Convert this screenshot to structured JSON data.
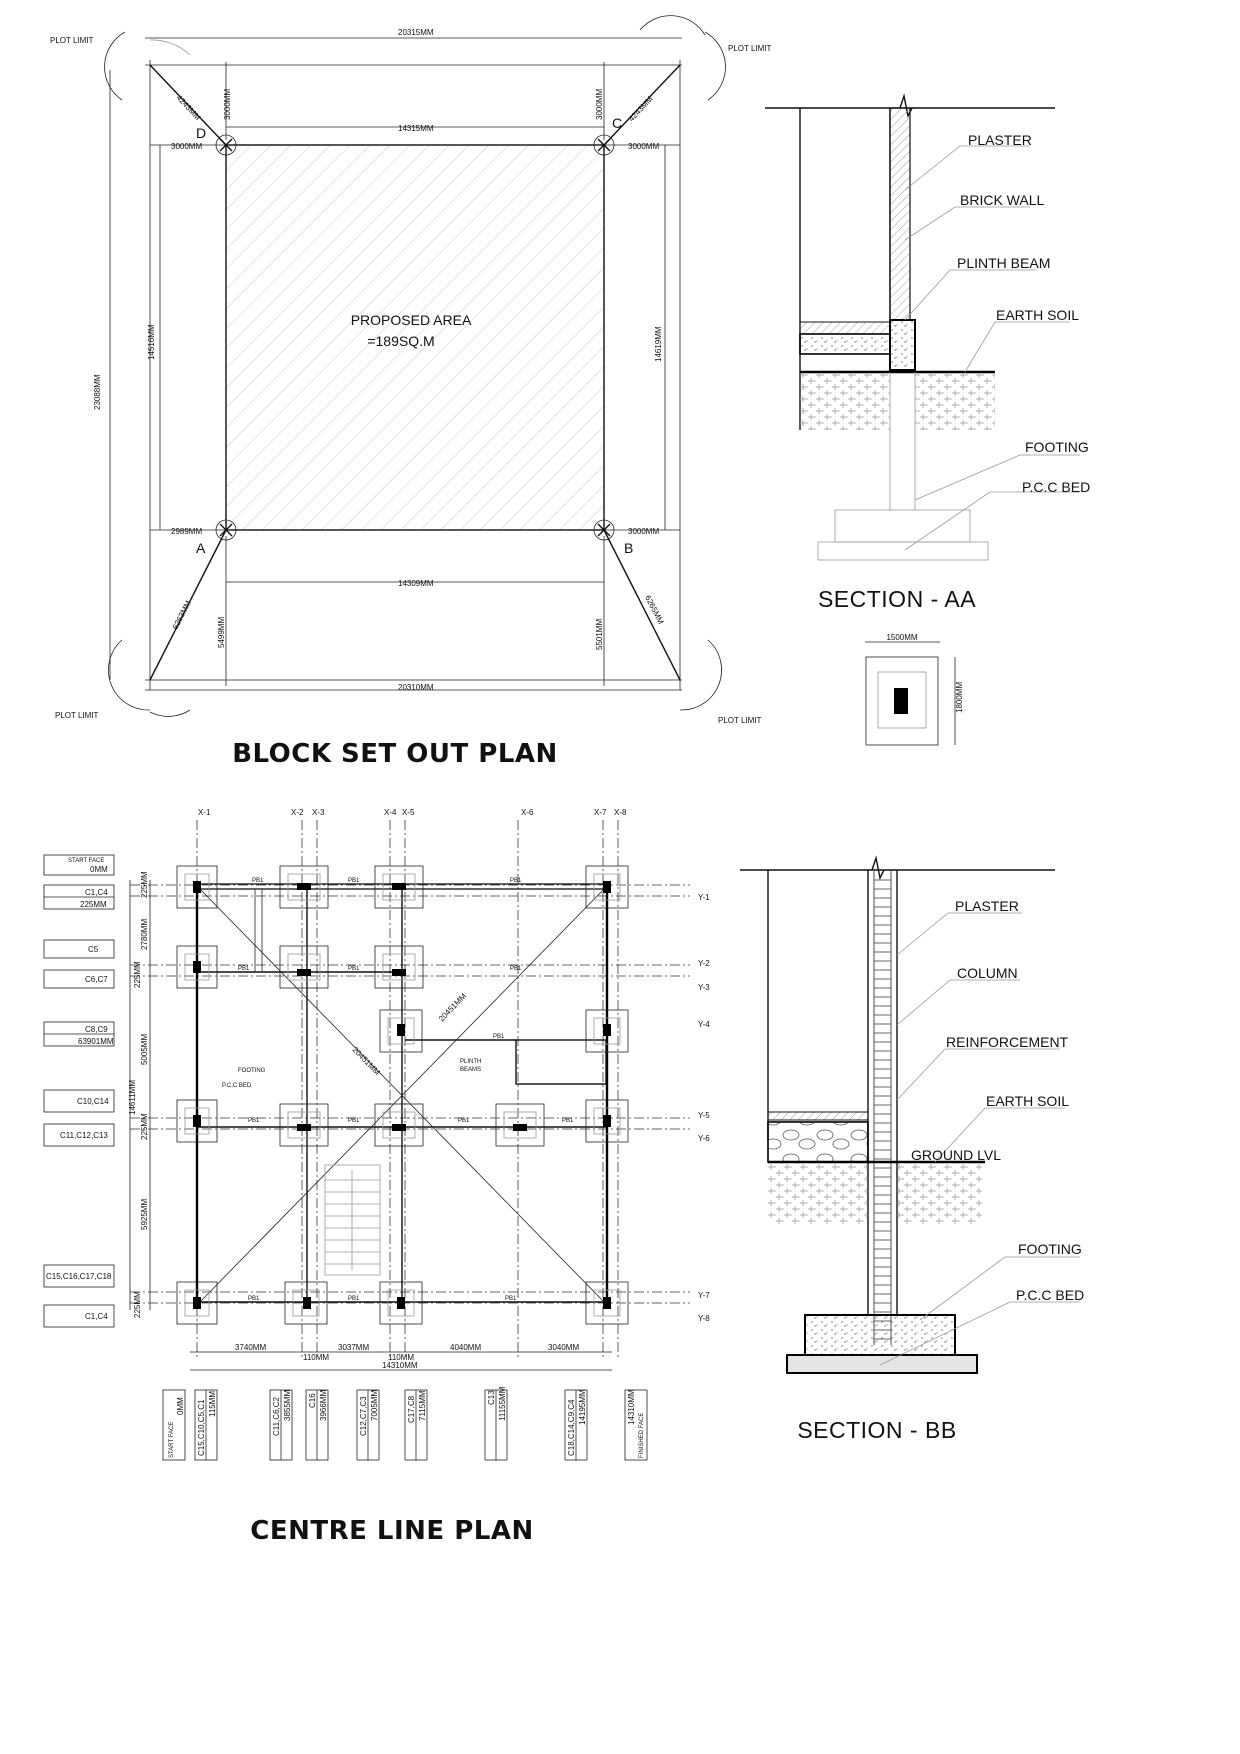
{
  "block_set_out_plan": {
    "title": "BLOCK SET OUT PLAN",
    "plot_limit": "PLOT LIMIT",
    "area_label_1": "PROPOSED AREA",
    "area_label_2": "=189SQ.M",
    "points": {
      "a": "A",
      "b": "B",
      "c": "C",
      "d": "D"
    },
    "dims": {
      "top_outer": "20315MM",
      "bottom_outer": "20310MM",
      "top_inner": "14315MM",
      "bottom_inner": "14309MM",
      "left_outer": "23088MM",
      "left_inner": "14516MM",
      "right_inner": "14619MM",
      "left_top_offset": "3000MM",
      "right_top_offset": "3000MM",
      "left_side_d": "3000MM",
      "right_side_c": "3000MM",
      "left_side_a": "2989MM",
      "right_side_b": "3000MM",
      "left_bottom_offset": "5499MM",
      "right_bottom_offset": "5501MM",
      "diag_top_left": "4243MM",
      "diag_top_right": "4243MM",
      "diag_bottom_left": "6263MM",
      "diag_bottom_right": "6265MM"
    }
  },
  "section_aa": {
    "title": "SECTION - AA",
    "labels": {
      "plaster": "PLASTER",
      "brick_wall": "BRICK WALL",
      "plinth_beam": "PLINTH BEAM",
      "earth_soil": "EARTH SOIL",
      "footing": "FOOTING",
      "pcc_bed": "P.C.C BED"
    },
    "footing_width": "1500MM",
    "footing_length": "1800MM"
  },
  "section_bb": {
    "title": "SECTION - BB",
    "labels": {
      "plaster": "PLASTER",
      "column": "COLUMN",
      "reinforcement": "REINFORCEMENT",
      "earth_soil": "EARTH SOIL",
      "ground_lvl": "GROUND LVL",
      "footing": "FOOTING",
      "pcc_bed": "P.C.C BED"
    }
  },
  "centre_line_plan": {
    "title": "CENTRE LINE PLAN",
    "x_axes": [
      "X-1",
      "X-2",
      "X-3",
      "X-4",
      "X-5",
      "X-6",
      "X-7",
      "X-8"
    ],
    "y_axes": [
      "Y-1",
      "Y-2",
      "Y-3",
      "Y-4",
      "Y-5",
      "Y-6",
      "Y-7",
      "Y-8"
    ],
    "left_tags": [
      {
        "line1": "START FACE",
        "line2": "0MM"
      },
      {
        "line1": "C1,C4",
        "line2": "225MM"
      },
      {
        "line1": "C5",
        "line2": ""
      },
      {
        "line1": "C6,C7",
        "line2": ""
      },
      {
        "line1": "C8,C9",
        "line2": "63901MM"
      },
      {
        "line1": "C10,C14",
        "line2": ""
      },
      {
        "line1": "C11,C12,C13",
        "line2": ""
      },
      {
        "line1": "C15,C16,C17,C18",
        "line2": ""
      },
      {
        "line1": "C1,C4",
        "line2": ""
      }
    ],
    "left_dims": {
      "d1": "225MM",
      "d2": "2780MM",
      "d3": "225MM",
      "d4": "5005MM",
      "d5": "225MM",
      "d6": "5925MM",
      "d7": "225MM",
      "total": "14611MM"
    },
    "bottom_dims": {
      "d1": "3740MM",
      "d2": "110MM",
      "d3": "3037MM",
      "d4": "110MM",
      "d5": "4040MM",
      "d6": "3040MM",
      "total": "14310MM"
    },
    "bottom_tags": [
      {
        "a": "START FACE",
        "b": "0MM"
      },
      {
        "a": "C15,C10,C5,C1",
        "b": "115MM"
      },
      {
        "a": "C11,C6,C2",
        "b": "3855MM"
      },
      {
        "a": "C16",
        "b": "3966MM"
      },
      {
        "a": "C12,C7,C3",
        "b": "7005MM"
      },
      {
        "a": "C17,C8",
        "b": "7115MM"
      },
      {
        "a": "C13",
        "b": "11155MM"
      },
      {
        "a": "C18,C14,C9,C4",
        "b": "14195MM"
      },
      {
        "a": "FINISHED FACE",
        "b": "14310MM"
      }
    ],
    "diagonal_1": "20451MM",
    "diagonal_2": "20451MM",
    "notes": {
      "footing": "FOOTING",
      "pcc_bed": "P.C.C BED",
      "plinth_1": "PLINTH",
      "plinth_2": "BEAMS",
      "pb1": "PB1"
    }
  }
}
